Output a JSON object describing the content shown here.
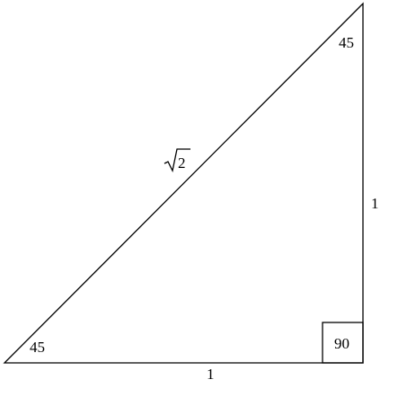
{
  "diagram": {
    "angles": {
      "bottom_left": "45",
      "top_right": "45",
      "right_angle": "90"
    },
    "sides": {
      "bottom": "1",
      "right": "1",
      "hypotenuse_radicand": "2"
    }
  }
}
